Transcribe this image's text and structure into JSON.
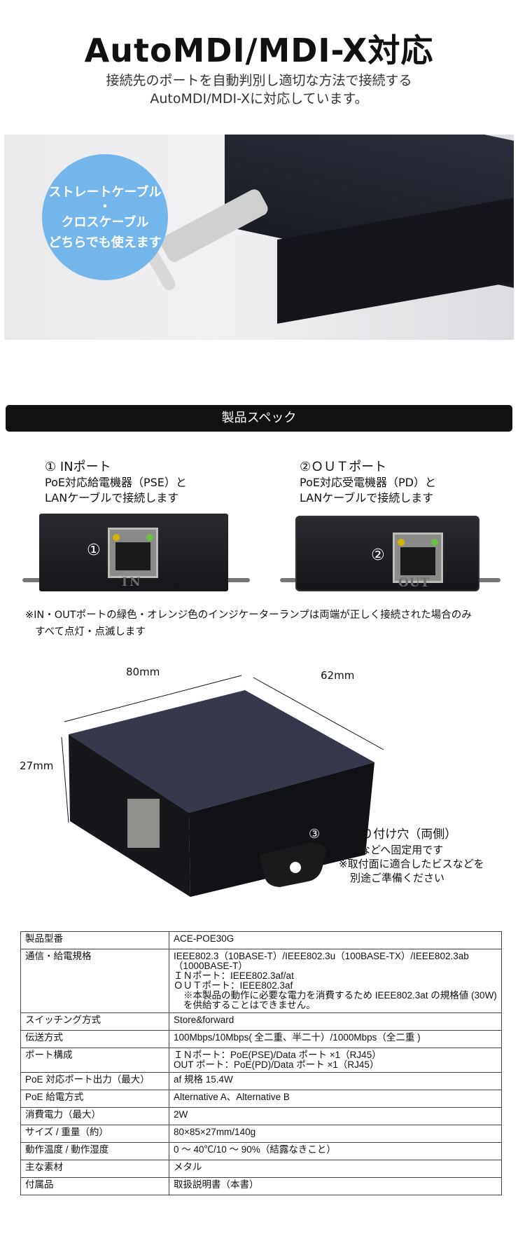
{
  "header": {
    "title": "AutoMDI/MDI-X対応",
    "subtitle_lines": [
      "接続先のポートを自動判別し適切な方法で接続する",
      "AutoMDI/MDI-Xに対応しています。"
    ]
  },
  "hero": {
    "badge_lines": [
      "ストレートケーブル",
      "・",
      "クロスケーブル",
      "どちらでも使えます"
    ],
    "badge_color": "#72b6ec"
  },
  "section_bar": {
    "label": "製品スペック"
  },
  "ports": [
    {
      "title": "① INポート",
      "desc": [
        "PoE対応給電機器（PSE）と",
        "LANケーブルで接続します"
      ],
      "marker": "①",
      "panel_label": "IN"
    },
    {
      "title": "②ＯＵＴポート",
      "desc": [
        "PoE対応受電機器（PD）と",
        "LANケーブルで接続します"
      ],
      "marker": "②",
      "panel_label": "OUT"
    }
  ],
  "indicator_note": [
    "※IN・OUTポートの緑色・オレンジ色のインジケーターランプは両端が正しく接続された場合のみ",
    "すべて点灯・点滅します"
  ],
  "dimensions": {
    "width": "80mm",
    "depth": "62mm",
    "height": "27mm",
    "hole_marker": "③",
    "hole_title": "③取り付け穴（両側）",
    "hole_desc": [
      "壁面などへ固定用です",
      "※取付面に適合したビスなどを",
      "別途ご準備ください"
    ]
  },
  "spec_table": [
    {
      "label": "製品型番",
      "value": [
        "ACE-POE30G"
      ]
    },
    {
      "label": "通信・給電規格",
      "value": [
        "IEEE802.3（10BASE-T）/IEEE802.3u（100BASE-TX）/IEEE802.3ab（1000BASE-T）",
        "ＩＮポート：IEEE802.3af/at",
        "ＯＵＴポート：IEEE802.3af",
        "※本製品の動作に必要な電力を消費するため IEEE802.3at の規格値 (30W) を供給することはできません。"
      ]
    },
    {
      "label": "スイッチング方式",
      "value": [
        "Store&forward"
      ]
    },
    {
      "label": "伝送方式",
      "value": [
        "100Mbps/10Mbps( 全二重、半二十）/1000Mbps（全二重 )"
      ]
    },
    {
      "label": "ポート構成",
      "value": [
        "ＩＮポート：PoE(PSE)/Data ポート ×1（RJ45）",
        "OUT ポート：PoE(PD)/Data ポート ×1（RJ45）"
      ]
    },
    {
      "label": "PoE 対応ポート出力（最大）",
      "value": [
        "af 規格 15.4W"
      ]
    },
    {
      "label": "PoE 給電方式",
      "value": [
        "Alternative A、Alternative B"
      ]
    },
    {
      "label": "消費電力（最大）",
      "value": [
        "2W"
      ]
    },
    {
      "label": "サイズ / 重量（約）",
      "value": [
        "80×85×27mm/140g"
      ]
    },
    {
      "label": "動作温度 / 動作湿度",
      "value": [
        "0 ～ 40℃/10 ～ 90%（結露なきこと）"
      ]
    },
    {
      "label": "主な素材",
      "value": [
        "メタル"
      ]
    },
    {
      "label": "付属品",
      "value": [
        "取扱説明書（本書）"
      ]
    }
  ]
}
